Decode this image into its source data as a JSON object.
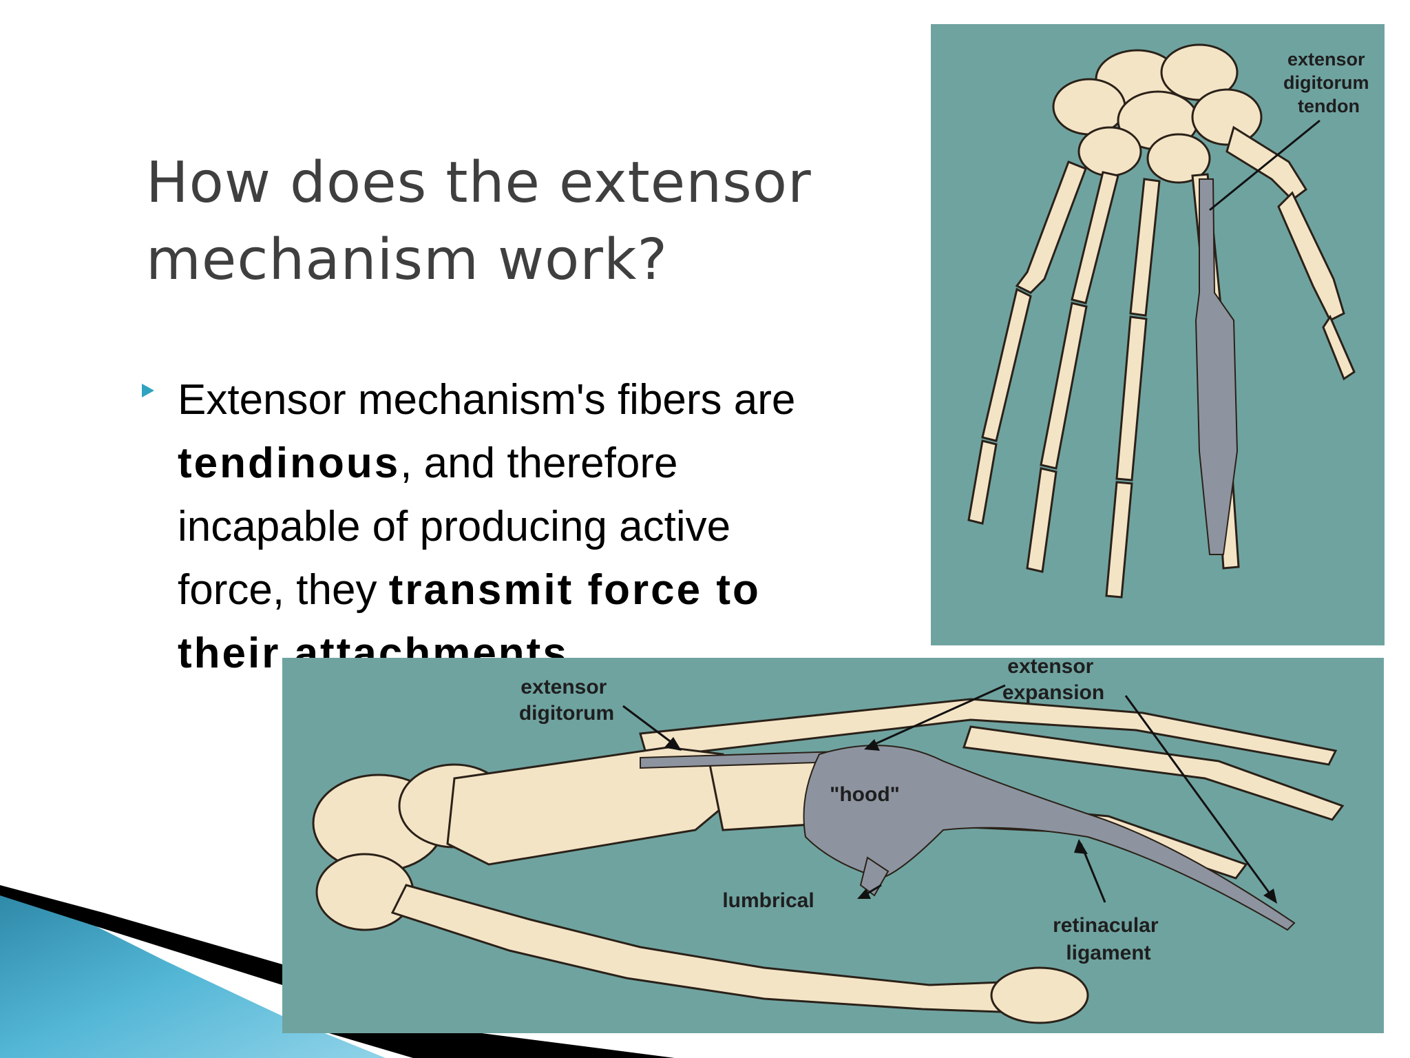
{
  "slide": {
    "title_lines": [
      "How does the extensor",
      "mechanism work?"
    ],
    "bullet": {
      "line1": "Extensor mechanism's fibers are",
      "line2_bold": "tendinous",
      "line2_rest": ", and therefore",
      "line3": "incapable of producing active",
      "line4_plain": "force, they ",
      "line4_bold": "transmit force to",
      "line5_bold": "their attachments."
    }
  },
  "figure_top": {
    "label_tendon": [
      "extensor",
      "digitorum",
      "tendon"
    ]
  },
  "figure_bottom": {
    "label_digitorum": [
      "extensor",
      "digitorum"
    ],
    "label_expansion": [
      "extensor",
      "expansion"
    ],
    "label_hood": "\"hood\"",
    "label_lumbrical": "lumbrical",
    "label_retinacular": [
      "retinacular",
      "ligament"
    ]
  },
  "colors": {
    "figure_background": "#6fa3a0",
    "bone": "#f4e4c6",
    "tendon": "#8d94a0",
    "bullet": "#2fa3c0",
    "title": "#3f3f3f"
  }
}
